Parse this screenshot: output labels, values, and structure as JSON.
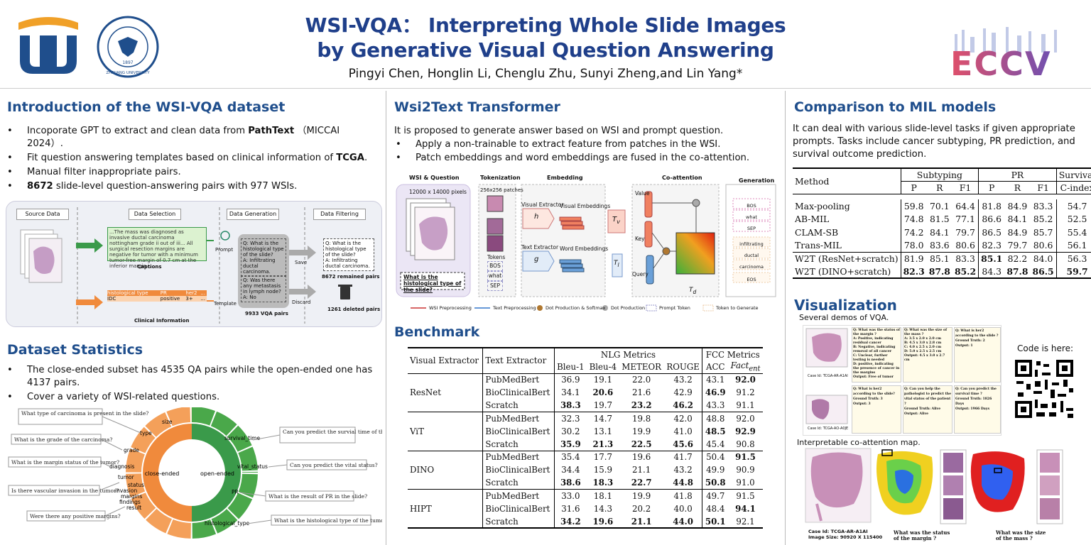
{
  "header": {
    "title_line1": "WSI-VQA： Interpreting Whole Slide Images",
    "title_line2": "by Generative Visual Question Answering",
    "authors": "Pingyi Chen, Honglin Li, Chenglu Zhu,  Sunyi Zheng,and Lin Yang*",
    "seal_text": "ZHEJIANG UNIVERSITY",
    "seal_year": "1897",
    "eccv": "ECCV"
  },
  "intro": {
    "title": "Introduction of the WSI-VQA dataset",
    "b1_pre": "Incoporate GPT to extract and clean data from ",
    "b1_bold": "PathText",
    "b1_post": " （MICCAI 2024）.",
    "b2_pre": "Fit question answering templates based on clinical information of ",
    "b2_bold": "TCGA",
    "b2_post": ".",
    "b3": "Manual filter inappropriate pairs.",
    "b4_bold": "8672",
    "b4_post": " slide-level question-answering pairs with 977 WSIs.",
    "fig": {
      "h_source": "Source Data",
      "h_selection": "Data Selection",
      "h_generation": "Data Generation",
      "h_filtering": "Data Filtering",
      "caption_text": "...The mass was diagnosed as invasive ductal carcinoma nottingham grade ii out of iii... All surgical resection margins are negative for tumor with a minimum tumor-free margin of 0.7 cm at the inferior margin...",
      "captions": "Captions",
      "prompt": "Prompt",
      "template": "Template",
      "q1": "Q: What is the histological type of the slide?",
      "a1": "A: Infiltrating ductal carcinoma.",
      "q2": "Q: Was there any metastasis in lymph node?",
      "a2": "A: No",
      "pairs": "9933 VQA pairs",
      "save": "Save",
      "discard": "Discard",
      "kept_q": "Q: What is the histological type of the slide?",
      "kept_a": "A: Infiltrating ductal carcinoma.",
      "remained": "8672 remained pairs",
      "deleted": "1261 deleted pairs",
      "clin_headers": [
        "histological type",
        "PR",
        "her2",
        "..."
      ],
      "clin_values": [
        "IDC",
        "positive",
        "3+",
        "..."
      ],
      "clinical": "Clinical Information"
    }
  },
  "stats": {
    "title": "Dataset Statistics",
    "b1": "The close-ended subset has 4535 QA pairs while the open-ended one has 4137 pairs.",
    "b2": "Cover a variety of WSI-related questions.",
    "donut": {
      "inner_left": "close-ended",
      "inner_right": "open-ended",
      "labels": [
        "size",
        "type",
        "grade",
        "diagnosis",
        "tumor",
        "status",
        "invasion",
        "margins",
        "findings",
        "result",
        "survival_time",
        "vital_status",
        "PR",
        "histological_type"
      ],
      "questions": [
        "What type of carcinoma is present in the slide?",
        "What is the grade of the carcinoma?",
        "What is the margin status of the tumor?",
        "Is there vascular invasion in the tumor?",
        "Were there any positive margins?",
        "Can you predict the survial time of the patient?",
        "Can you predict the vital status?",
        "What is the result of PR in the slide?",
        "What is the histological type of the tumor?"
      ]
    }
  },
  "wsi2text": {
    "title": "Wsi2Text Transformer",
    "intro": "It is proposed to generate answer based on WSI and prompt question.",
    "b1": "Apply a non-trainable to extract feature from patches in the WSI.",
    "b2": "Patch embeddings and word embeddings are fused in the co-attention.",
    "fig": {
      "h_wsi": "WSI & Question",
      "h_tok": "Tokenization",
      "h_emb": "Embedding",
      "h_coatt": "Co-attention",
      "h_gen": "Generation",
      "pixels": "12000 x 14000 pixels",
      "patches": "256x256 patches",
      "question": "What is the histological type of the slide?",
      "tokens": "Tokens",
      "tok_list": [
        "BOS",
        "what",
        "SEP"
      ],
      "vis_ext": "Visual Extractor",
      "txt_ext": "Text Extractor",
      "vis_emb": "Visual Embeddings",
      "word_emb": "Word Embeddings",
      "h": "h",
      "g": "g",
      "tv": "T",
      "tv_sub": "v",
      "tl": "T",
      "tl_sub": "l",
      "td": "T",
      "td_sub": "d",
      "value": "Value",
      "key": "Key",
      "query": "Query",
      "gen_list": [
        "BOS",
        "what",
        "SEP",
        "infiltrating",
        "ductal",
        "carcinoma",
        "EOS"
      ],
      "legend": [
        "WSI Preprocessing",
        "Text Preprocessing",
        "Dot Production & Softmax",
        "Dot Production",
        "Prompt Token",
        "Token to Generate"
      ]
    }
  },
  "benchmark": {
    "title": "Benchmark",
    "h_visual": "Visual Extractor",
    "h_text": "Text Extractor",
    "h_nlg": "NLG Metrics",
    "h_fcc": "FCC Metrics",
    "cols": [
      "Bleu-1",
      "Bleu-4",
      "METEOR",
      "ROUGE",
      "ACC",
      "Fact"
    ],
    "fact_sub": "ent",
    "groups": [
      {
        "name": "ResNet",
        "rows": [
          {
            "t": "PubMedBert",
            "v": [
              "36.9",
              "19.1",
              "22.0",
              "43.2",
              "43.1",
              "92.0"
            ],
            "b": [
              false,
              false,
              false,
              false,
              false,
              true
            ]
          },
          {
            "t": "BioClinicalBert",
            "v": [
              "34.1",
              "20.6",
              "21.6",
              "42.9",
              "46.9",
              "91.2"
            ],
            "b": [
              false,
              true,
              false,
              false,
              true,
              false
            ]
          },
          {
            "t": "Scratch",
            "v": [
              "38.3",
              "19.7",
              "23.2",
              "46.2",
              "43.3",
              "91.1"
            ],
            "b": [
              true,
              false,
              true,
              true,
              false,
              false
            ]
          }
        ]
      },
      {
        "name": "ViT",
        "rows": [
          {
            "t": "PubMedBert",
            "v": [
              "32.3",
              "14.7",
              "19.8",
              "42.0",
              "48.8",
              "92.0"
            ],
            "b": [
              false,
              false,
              false,
              false,
              false,
              false
            ]
          },
          {
            "t": "BioClinicalBert",
            "v": [
              "30.2",
              "13.1",
              "19.9",
              "41.0",
              "48.5",
              "92.9"
            ],
            "b": [
              false,
              false,
              false,
              false,
              true,
              true
            ]
          },
          {
            "t": "Scratch",
            "v": [
              "35.9",
              "21.3",
              "22.5",
              "45.6",
              "45.4",
              "90.8"
            ],
            "b": [
              true,
              true,
              true,
              true,
              false,
              false
            ]
          }
        ]
      },
      {
        "name": "DINO",
        "rows": [
          {
            "t": "PubMedBert",
            "v": [
              "35.4",
              "17.7",
              "19.6",
              "41.7",
              "50.4",
              "91.5"
            ],
            "b": [
              false,
              false,
              false,
              false,
              false,
              true
            ]
          },
          {
            "t": "BioClinicalBert",
            "v": [
              "34.4",
              "15.9",
              "21.1",
              "43.2",
              "49.9",
              "90.9"
            ],
            "b": [
              false,
              false,
              false,
              false,
              false,
              false
            ]
          },
          {
            "t": "Scratch",
            "v": [
              "38.6",
              "18.3",
              "22.7",
              "44.8",
              "50.8",
              "91.0"
            ],
            "b": [
              true,
              true,
              true,
              true,
              true,
              false
            ]
          }
        ]
      },
      {
        "name": "HIPT",
        "rows": [
          {
            "t": "PubMedBert",
            "v": [
              "33.0",
              "18.1",
              "19.9",
              "41.8",
              "49.7",
              "91.5"
            ],
            "b": [
              false,
              false,
              false,
              false,
              false,
              false
            ]
          },
          {
            "t": "BioClinicalBert",
            "v": [
              "31.6",
              "14.3",
              "20.2",
              "40.0",
              "48.4",
              "94.1"
            ],
            "b": [
              false,
              false,
              false,
              false,
              false,
              true
            ]
          },
          {
            "t": "Scratch",
            "v": [
              "34.2",
              "19.6",
              "21.1",
              "44.0",
              "50.1",
              "92.1"
            ],
            "b": [
              true,
              true,
              true,
              true,
              true,
              false
            ]
          }
        ]
      }
    ]
  },
  "mil": {
    "title": "Comparison to MIL models",
    "para": "It can deal with various slide-level tasks if given appropriate prompts. Tasks include cancer subtyping, PR prediction, and survival outcome prediction.",
    "h_method": "Method",
    "h_sub": "Subtyping",
    "h_pr": "PR",
    "h_surv": "Survival",
    "cols": [
      "P",
      "R",
      "F1",
      "P",
      "R",
      "F1",
      "C-index"
    ],
    "rows": [
      {
        "m": "Max-pooling",
        "v": [
          "59.8",
          "70.1",
          "64.4",
          "81.8",
          "84.9",
          "83.3",
          "54.7"
        ],
        "b": [
          false,
          false,
          false,
          false,
          false,
          false,
          false
        ]
      },
      {
        "m": "AB-MIL",
        "v": [
          "74.8",
          "81.5",
          "77.1",
          "86.6",
          "84.1",
          "85.2",
          "52.5"
        ],
        "b": [
          false,
          false,
          false,
          false,
          false,
          false,
          false
        ]
      },
      {
        "m": "CLAM-SB",
        "v": [
          "74.2",
          "84.1",
          "79.7",
          "86.5",
          "84.9",
          "85.7",
          "55.4"
        ],
        "b": [
          false,
          false,
          false,
          false,
          false,
          false,
          false
        ]
      },
      {
        "m": "Trans-MIL",
        "v": [
          "78.0",
          "83.6",
          "80.6",
          "82.3",
          "79.7",
          "80.6",
          "56.1"
        ],
        "b": [
          false,
          false,
          false,
          false,
          false,
          false,
          false
        ]
      },
      {
        "m": "W2T (ResNet+scratch)",
        "v": [
          "81.9",
          "85.1",
          "83.3",
          "85.1",
          "82.2",
          "84.0",
          "56.3"
        ],
        "b": [
          false,
          false,
          false,
          true,
          false,
          false,
          false
        ]
      },
      {
        "m": "W2T (DINO+scratch)",
        "v": [
          "82.3",
          "87.8",
          "85.2",
          "84.3",
          "87.8",
          "86.5",
          "59.7"
        ],
        "b": [
          true,
          true,
          true,
          false,
          true,
          true,
          true
        ]
      }
    ]
  },
  "vis": {
    "title": "Visualization",
    "demos": "Several demos of VQA.",
    "code": "Code is here:",
    "coatt": "Interpretable co-attention map.",
    "case1": "Case Id: TCGA-AR-A1AI",
    "case2": "Case Id: TCGA-AO-A0JE",
    "d1": "Q: What was the status of the margin ?\nA: Positive, indicating residual cancer\nB: Negative, indicating removal of all cancer\nC: Unclear, further testing is needed\nD: positive, indicating the presence of cancer in the margins\nOutput: Free of tumor",
    "d2": "Q: What was the size of the mass ?\nA: 3.5 x 2.0 x 2.0 cm\nB: 4.5 x 3.0 x 2.8 cm\nC: 4.0 x 2.5 x 2.0 cm\nD: 5.0 x 2.5 x 2.5 cm\nOutput: 4.5 x 3.0 x 2.7 cm",
    "d3": "Q: What is her2 according to the slide ?\nGround Truth: 2\nOutput: 1",
    "d4": "Q: What is her2 according to the slide?\nGround Truth: 3\nOutput: 3",
    "d5": "Q: Can you help the pathologist to predict the vital status of the patient ?\nGround Truth: Alive\nOutput: Alive",
    "d6": "Q: Can you predict the survival time ?\nGround Truth: 1826 Days\nOutput: 1966 Days",
    "case3": "Case Id: TCGA-AR-A1AI",
    "size3": "Image Size: 90920 X 115400",
    "q_margin": "What was the status of the margin ?",
    "q_mass": "What was the size of the mass ?"
  },
  "colors": {
    "title": "#1f3f8a",
    "section": "#1f4e8c",
    "green": "#3a9a4a",
    "orange": "#f08a3c"
  }
}
